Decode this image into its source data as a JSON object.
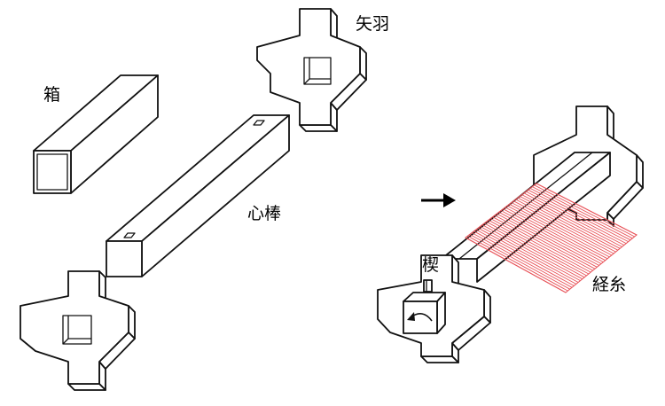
{
  "labels": {
    "box": "箱",
    "arrow_feathers": "矢羽",
    "core_rod": "心棒",
    "wedge": "楔",
    "warp_thread": "経糸"
  },
  "colors": {
    "line": "#111111",
    "fill": "#ffffff",
    "warp": "#e8545a"
  },
  "icons": {
    "direction_arrow": "right-arrow-icon",
    "rotation_arrow": "curved-arrow-icon"
  }
}
